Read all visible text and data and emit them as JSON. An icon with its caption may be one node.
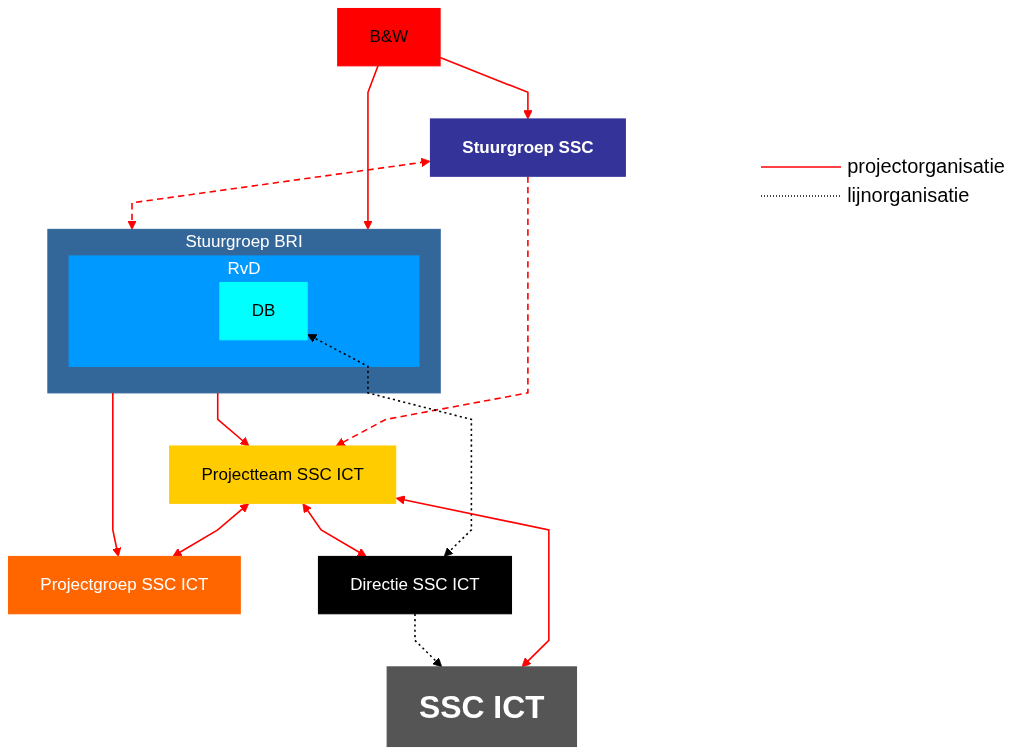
{
  "diagram": {
    "nodes": [
      {
        "text": [
          "B&W"
        ]
      },
      {
        "text": [
          "Stuurgroep SSC"
        ]
      },
      {
        "text": [
          "Stuurgroep BRI"
        ]
      },
      {
        "text": [
          "RvD"
        ],
        "in": 2
      },
      {
        "text": [
          "DB"
        ],
        "in": 3
      },
      {
        "text": [
          "Projectteam SSC ICT"
        ]
      },
      {
        "text": [
          "Projectgroep SSC ICT"
        ]
      },
      {
        "text": [
          "Directie SSC ICT"
        ]
      },
      {
        "text": [
          "SSC ICT"
        ]
      }
    ],
    "edges": [
      {
        "from": 0,
        "to": 1,
        "arrow": "to"
      },
      {
        "from": 0,
        "to": 2,
        "arrow": "to"
      },
      {
        "from": 1,
        "to": 2,
        "arrow": "both",
        "style": "dashed"
      },
      {
        "from": 1,
        "to": 5,
        "arrow": "to",
        "style": "dashed"
      },
      {
        "from": 2,
        "to": 5,
        "arrow": "to"
      },
      {
        "from": 2,
        "to": 6,
        "arrow": "to"
      },
      {
        "from": 5,
        "to": 6,
        "arrow": "both"
      },
      {
        "from": 4,
        "to": 7,
        "arrow": "both",
        "style": "dashed",
        "color": "#000000"
      },
      {
        "from": 5,
        "to": 7,
        "arrow": "both"
      },
      {
        "from": 5,
        "to": 8,
        "arrow": "both"
      },
      {
        "from": 7,
        "to": 8,
        "arrow": "to",
        "style": "dashed",
        "color": "#000000"
      }
    ],
    "legend": [
      {
        "text": "projectorganisatie"
      },
      {
        "text": "lijnorganisatie"
      }
    ]
  }
}
